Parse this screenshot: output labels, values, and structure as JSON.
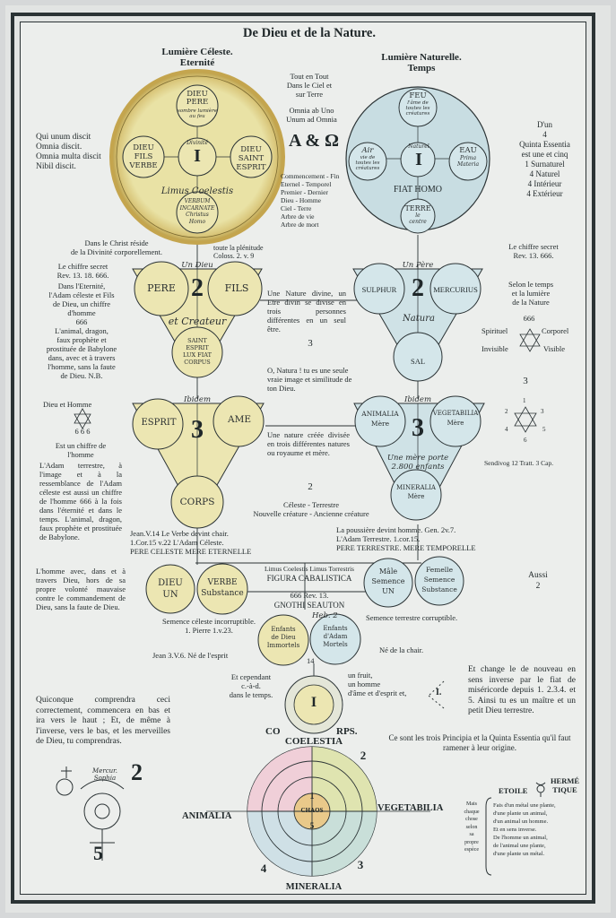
{
  "title": "De Dieu et de la Nature.",
  "headers": {
    "celeste": "Lumière Céleste.\nEternité",
    "naturelle": "Lumière Naturelle.\nTemps"
  },
  "center_top": {
    "tout_en_tout": "Tout en Tout\nDans le Ciel et\nsur Terre",
    "omnia": "Omnia ab Uno\nUnum ad Omnia",
    "alpha_omega": "A & Ω",
    "list": "Commencement - Fin\nEternel - Temporel\nPremier - Dernier\nDieu - Homme\nCiel - Terre\nArbre de vie\nArbre de mort"
  },
  "left_top_text": "Qui unum discit\nOmnia discit.\nOmnia multa discit\nNibil discit.",
  "right_top_text": "D'un\n4\nQuinta Essentia\nest une et cinq\n1 Surnaturel\n4 Naturel\n4 Intérieur\n4 Extérieur",
  "celestial_circle": {
    "top": "DIEU\nPERE",
    "top_sub": "sombre lumière\nau feu",
    "left": "DIEU\nFILS\nVERBE",
    "right": "DIEU\nSAINT\nESPRIT",
    "bottom": "VERBUM\nINCARNATE\nChristus\nHomo",
    "center": "I",
    "center_ring": "Divinité",
    "lower_label": "Limus     Coelestis"
  },
  "natural_circle": {
    "top": "FEU",
    "top_sub": "l'âme de\ntoutes les\ncréatures",
    "left": "Air",
    "left_sub": "vie de\ntoutes les\ncréatures",
    "right": "EAU",
    "right_sub": "Prima\nMateria",
    "bottom": "TERRE",
    "bottom_sub": "le\ncentre",
    "center": "I",
    "center_ring": "Naturel",
    "lower_label": "FIAT  HOMO"
  },
  "mid_left_notes": {
    "christ": "Dans le Christ réside\nde la Divinité corporellement.",
    "plenitude": "toute la plénitude\nColoss. 2. v. 9",
    "chiffre_secret": "Le chiffre secret\nRev. 13. 18. 666.",
    "adam_text": "Dans l'Eternité,\nl'Adam céleste et Fils\nde Dieu, un chiffre\nd'homme\n666\nL'animal, dragon,\nfaux prophète et\nprostituée de Babylone\ndans, avec et à travers\nl'homme, sans la faute\nde Dieu. N.B.",
    "dieu_homme": "Dieu et      Homme",
    "sixes": "6  6  6",
    "chiffre_homme": "Est un chiffre de\nl'homme",
    "adam_terrestre": "L'Adam terrestre, à l'image et à la ressemblance de l'Adam céleste est aussi un chiffre de l'homme 666 à la fois dans l'éternité et dans le temps. L'animal, dragon, faux prophète et prostituée de Babylone.",
    "homme_avec": "L'homme avec, dans et à travers Dieu, hors de sa propre volonté mauvaise contre le commandement de Dieu, sans la faute de Dieu."
  },
  "mid_right_notes": {
    "chiffre_secret": "Le chiffre secret\nRev. 13. 666.",
    "selon": "Selon le temps\net la lumière\nde la Nature",
    "six": "666",
    "spirituel": "Spirituel",
    "corporel": "Corporel",
    "invisible": "Invisible",
    "visible": "Visible",
    "three": "3",
    "hex_nums": [
      "1",
      "2",
      "3",
      "4",
      "5",
      "6"
    ],
    "sendivog": "Sendivog 12 Tratt. 3 Cap.",
    "aussi": "Aussi\n2"
  },
  "triangle_left_1": {
    "top": "Un Dieu",
    "left": "PERE",
    "right": "FILS",
    "center": "2",
    "middle": "et Createur",
    "bottom": "SAINT\nESPRIT\nLUX FIAT\nCORPUS"
  },
  "triangle_right_1": {
    "top": "Un Père",
    "left": "SULPHUR",
    "right": "MERCURIUS",
    "center": "2",
    "middle": "Natura",
    "bottom": "SAL"
  },
  "center_mid": {
    "nature_divine": "Une Nature divine, un Etre divin se divise en trois personnes différentes en un seul être.",
    "three": "3",
    "natura": "O, Natura ! tu es une seule vraie image et similitude de ton Dieu."
  },
  "triangle_left_2": {
    "top": "Ibidem",
    "left": "ESPRIT",
    "right": "AME",
    "center": "3",
    "bottom": "CORPS"
  },
  "triangle_right_2": {
    "top": "Ibidem",
    "left": "ANIMALIA\nMère",
    "right": "VEGETABILIA\nMère",
    "center": "3",
    "middle": "Une mère porte\n2.800 enfants",
    "bottom": "MINERALIA\nMère"
  },
  "center_mid2": {
    "nature_creee": "Une nature créée divisée en trois différentes natures ou royaume et mère.",
    "two": "2",
    "celeste_terrestre": "Céleste - Terrestre\nNouvelle créature - Ancienne créature"
  },
  "lower_center": {
    "jean": "Jean.V.14 Le Verbe devint chair.\n1.Cor.15 v.22 L'Adam Céleste.\nPERE CELESTE    MERE ETERNELLE",
    "poussiere": "La poussière devint homme. Gen. 2v.7.\nL'Adam Terrestre. 1.cor.15.\nPERE TERRESTRE.   MERE TEMPORELLE",
    "limus": "Limus Coelestis Limus Torrestris",
    "figura": "FIGURA CABALISTICA",
    "rev": "666  Rev. 13.",
    "gnothi": "GNOTHI SEAUTON",
    "heb": "Heb. 2",
    "num14": "14",
    "dieu_un": "DIEU\nUN",
    "verbe": "VERBE\nSubstance",
    "male": "Mâle\nSemence\nUN",
    "femelle": "Femelle\nSemence\nSubstance",
    "semence_celeste": "Semence céleste incorruptible.\n1. Pierre 1.v.23.",
    "semence_terrestre": "Semence terrestre corruptible.",
    "enfants_dieu": "Enfants\nde Dieu\nImmortels",
    "enfants_adam": "Enfants\nd'Adam\nMortels",
    "jean3": "Jean 3.V.6. Né de l'esprit",
    "ne_chair": "Né de la chair.",
    "cependant": "Et cependant\nc.-à-d.\ndans le temps.",
    "un_fruit": "un fruit,\nun homme\nd'âme et d'esprit et,",
    "small_circle": "I",
    "co": "CO",
    "rps": "RPS.",
    "coelestia": "COELESTIA"
  },
  "bottom_left_text": "Quiconque comprendra ceci correctement, commencera en bas et ira vers le haut ; Et, de même à l'inverse, vers le bas, et les merveilles de Dieu, tu comprendras.",
  "bottom_left_sym": {
    "mercur": "Mercur.\nSophia",
    "two": "2",
    "five": "5"
  },
  "bottom_right_text": "Et change le de nouveau en sens inverse par le fiat de miséricorde depuis 1. 2.3.4. et 5. Ainsi tu es un maître et un petit Dieu terrestre.",
  "principia": "Ce sont les trois Principia et la Quinta Essentia qu'il faut ramener à leur origine.",
  "roman_one": "I.",
  "wheel": {
    "animalia": "ANIMALIA",
    "vegetabilia": "VEGETABILIA",
    "mineralia": "MINERALIA",
    "chaos": "CHAOS",
    "n1": "1",
    "n2": "2",
    "n3": "3",
    "n4": "4",
    "n5": "5"
  },
  "etoile": "ETOILE",
  "herme": "HERMÉ\nTIQUE",
  "mais": "Mais\nchaque\nchose\nselon\nsa\npropre\nespèce",
  "fais": "Fais d'un métal une plante,\nd'une plante un animal,\nd'un animal un homme.\nEt en sens inverse.\nDe l'homme un animal,\nde l'animal une plante,\nd'une plante un métal."
}
